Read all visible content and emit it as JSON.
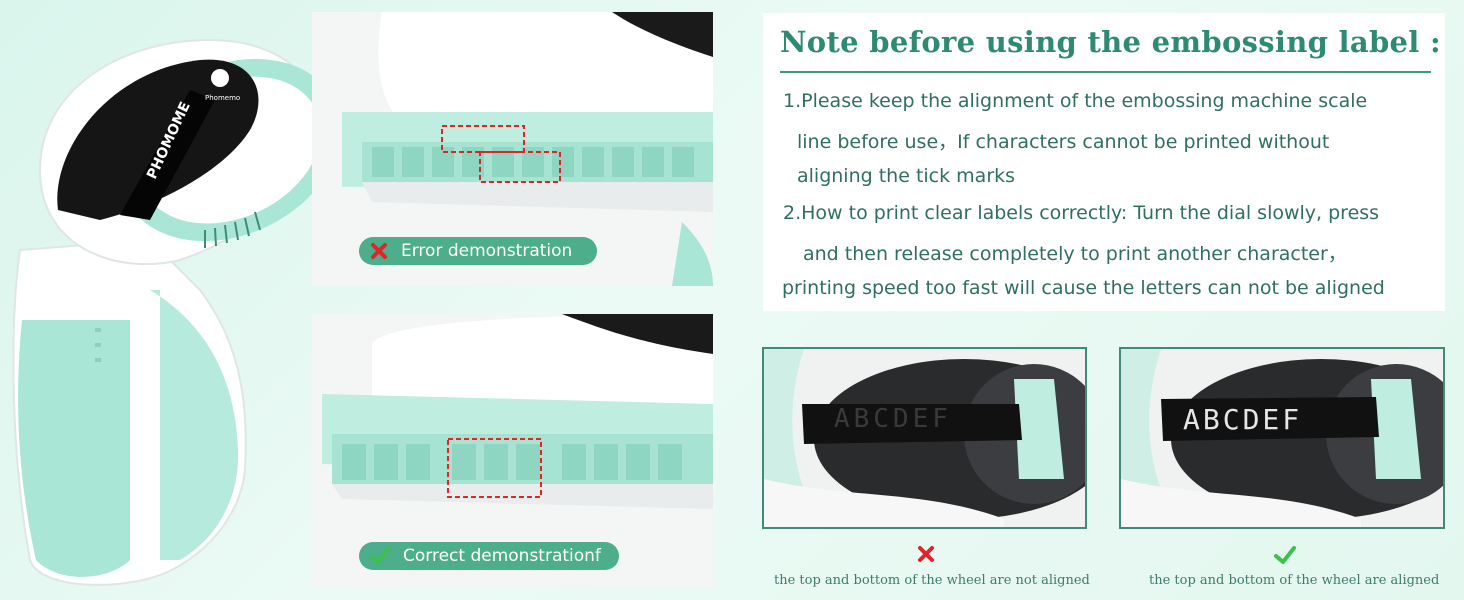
{
  "device": {
    "brand": "Phomemo",
    "tape_text": "PHOMOME"
  },
  "demos": {
    "error_label": "Error demonstration",
    "correct_label": "Correct demonstrationf"
  },
  "note": {
    "title": "Note before using the embossing label :",
    "lines": [
      "1.Please keep the alignment of the embossing machine scale",
      "line before use，If  characters cannot be printed without",
      "aligning the tick marks",
      "2.How to print clear labels correctly: Turn the dial slowly, press",
      "and then release completely to print another character，",
      "printing speed too fast will cause the letters can not be aligned"
    ]
  },
  "comparison": {
    "label_text": "ABCDEF",
    "bad_caption": "the top and bottom of the wheel are not aligned",
    "good_caption": "the top and bottom of the wheel are aligned",
    "bad_icon": "cross-icon",
    "good_icon": "check-icon"
  },
  "colors": {
    "accent": "#4cae8a",
    "title": "#2e8a72",
    "body_text": "#2f6f62",
    "mint": "#a9e6d6",
    "error_red": "#e0242b",
    "ok_green": "#3ac24a"
  }
}
